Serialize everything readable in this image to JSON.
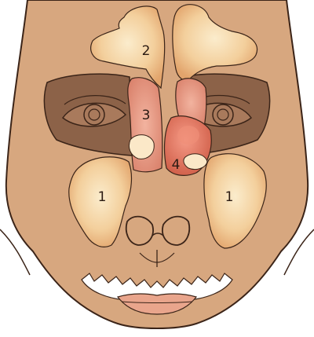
{
  "labels": {
    "maxillary_left": "1",
    "maxillary_right": "1",
    "frontal": "2",
    "ethmoid": "3",
    "sphenoid": "4"
  },
  "colors": {
    "background": "#ffffff",
    "skin": "#d7a77f",
    "skin_shadow": "#c48d63",
    "eye_band": "#8c6248",
    "outline": "#3b2418",
    "sinus_light": "#f6dcae",
    "sinus_dark": "#e5aa72",
    "ethmoid": "#e4927c",
    "sphenoid": "#de735c",
    "teeth": "#ffffff",
    "lips": "#e9a58c"
  }
}
